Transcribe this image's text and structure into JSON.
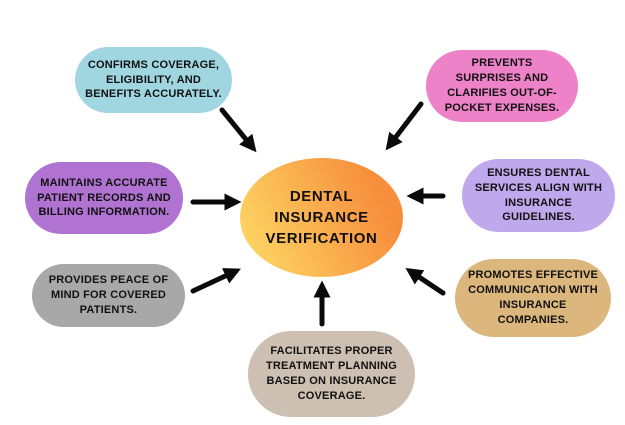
{
  "background": "#ffffff",
  "arrow_color": "#0a0a0a",
  "text_color": "#111111",
  "center": {
    "id": "dental-insurance-verification",
    "label": "DENTAL\nINSURANCE\nVERIFICATION",
    "color_from": "#fdd563",
    "color_to": "#f78e3c"
  },
  "bubbles": [
    {
      "id": "confirms-coverage",
      "label": "CONFIRMS COVERAGE,\nELIGIBILITY, AND\nBENEFITS ACCURATELY.",
      "color": "#a0d6e0"
    },
    {
      "id": "prevents-surprises",
      "label": "PREVENTS\nSURPRISES AND\nCLARIFIES OUT-OF-\nPOCKET EXPENSES.",
      "color": "#ee82c8"
    },
    {
      "id": "maintains-records",
      "label": "MAINTAINS ACCURATE\nPATIENT RECORDS AND\nBILLING INFORMATION.",
      "color": "#b173d1"
    },
    {
      "id": "ensures-guidelines",
      "label": "ENSURES DENTAL\nSERVICES ALIGN WITH\nINSURANCE GUIDELINES.",
      "color": "#c0a8ec"
    },
    {
      "id": "provides-peace-of-mind",
      "label": "PROVIDES PEACE OF\nMIND FOR COVERED\nPATIENTS.",
      "color": "#a8a8a8"
    },
    {
      "id": "promotes-communication",
      "label": "PROMOTES EFFECTIVE\nCOMMUNICATION WITH\nINSURANCE COMPANIES.",
      "color": "#dbb77d"
    },
    {
      "id": "facilitates-planning",
      "label": "FACILITATES PROPER\nTREATMENT PLANNING\nBASED ON INSURANCE\nCOVERAGE.",
      "color": "#cdbfb1"
    }
  ],
  "connections": [
    {
      "from": "confirms-coverage",
      "to": "dental-insurance-verification"
    },
    {
      "from": "prevents-surprises",
      "to": "dental-insurance-verification"
    },
    {
      "from": "maintains-records",
      "to": "dental-insurance-verification"
    },
    {
      "from": "ensures-guidelines",
      "to": "dental-insurance-verification"
    },
    {
      "from": "provides-peace-of-mind",
      "to": "dental-insurance-verification"
    },
    {
      "from": "promotes-communication",
      "to": "dental-insurance-verification"
    },
    {
      "from": "facilitates-planning",
      "to": "dental-insurance-verification"
    }
  ]
}
